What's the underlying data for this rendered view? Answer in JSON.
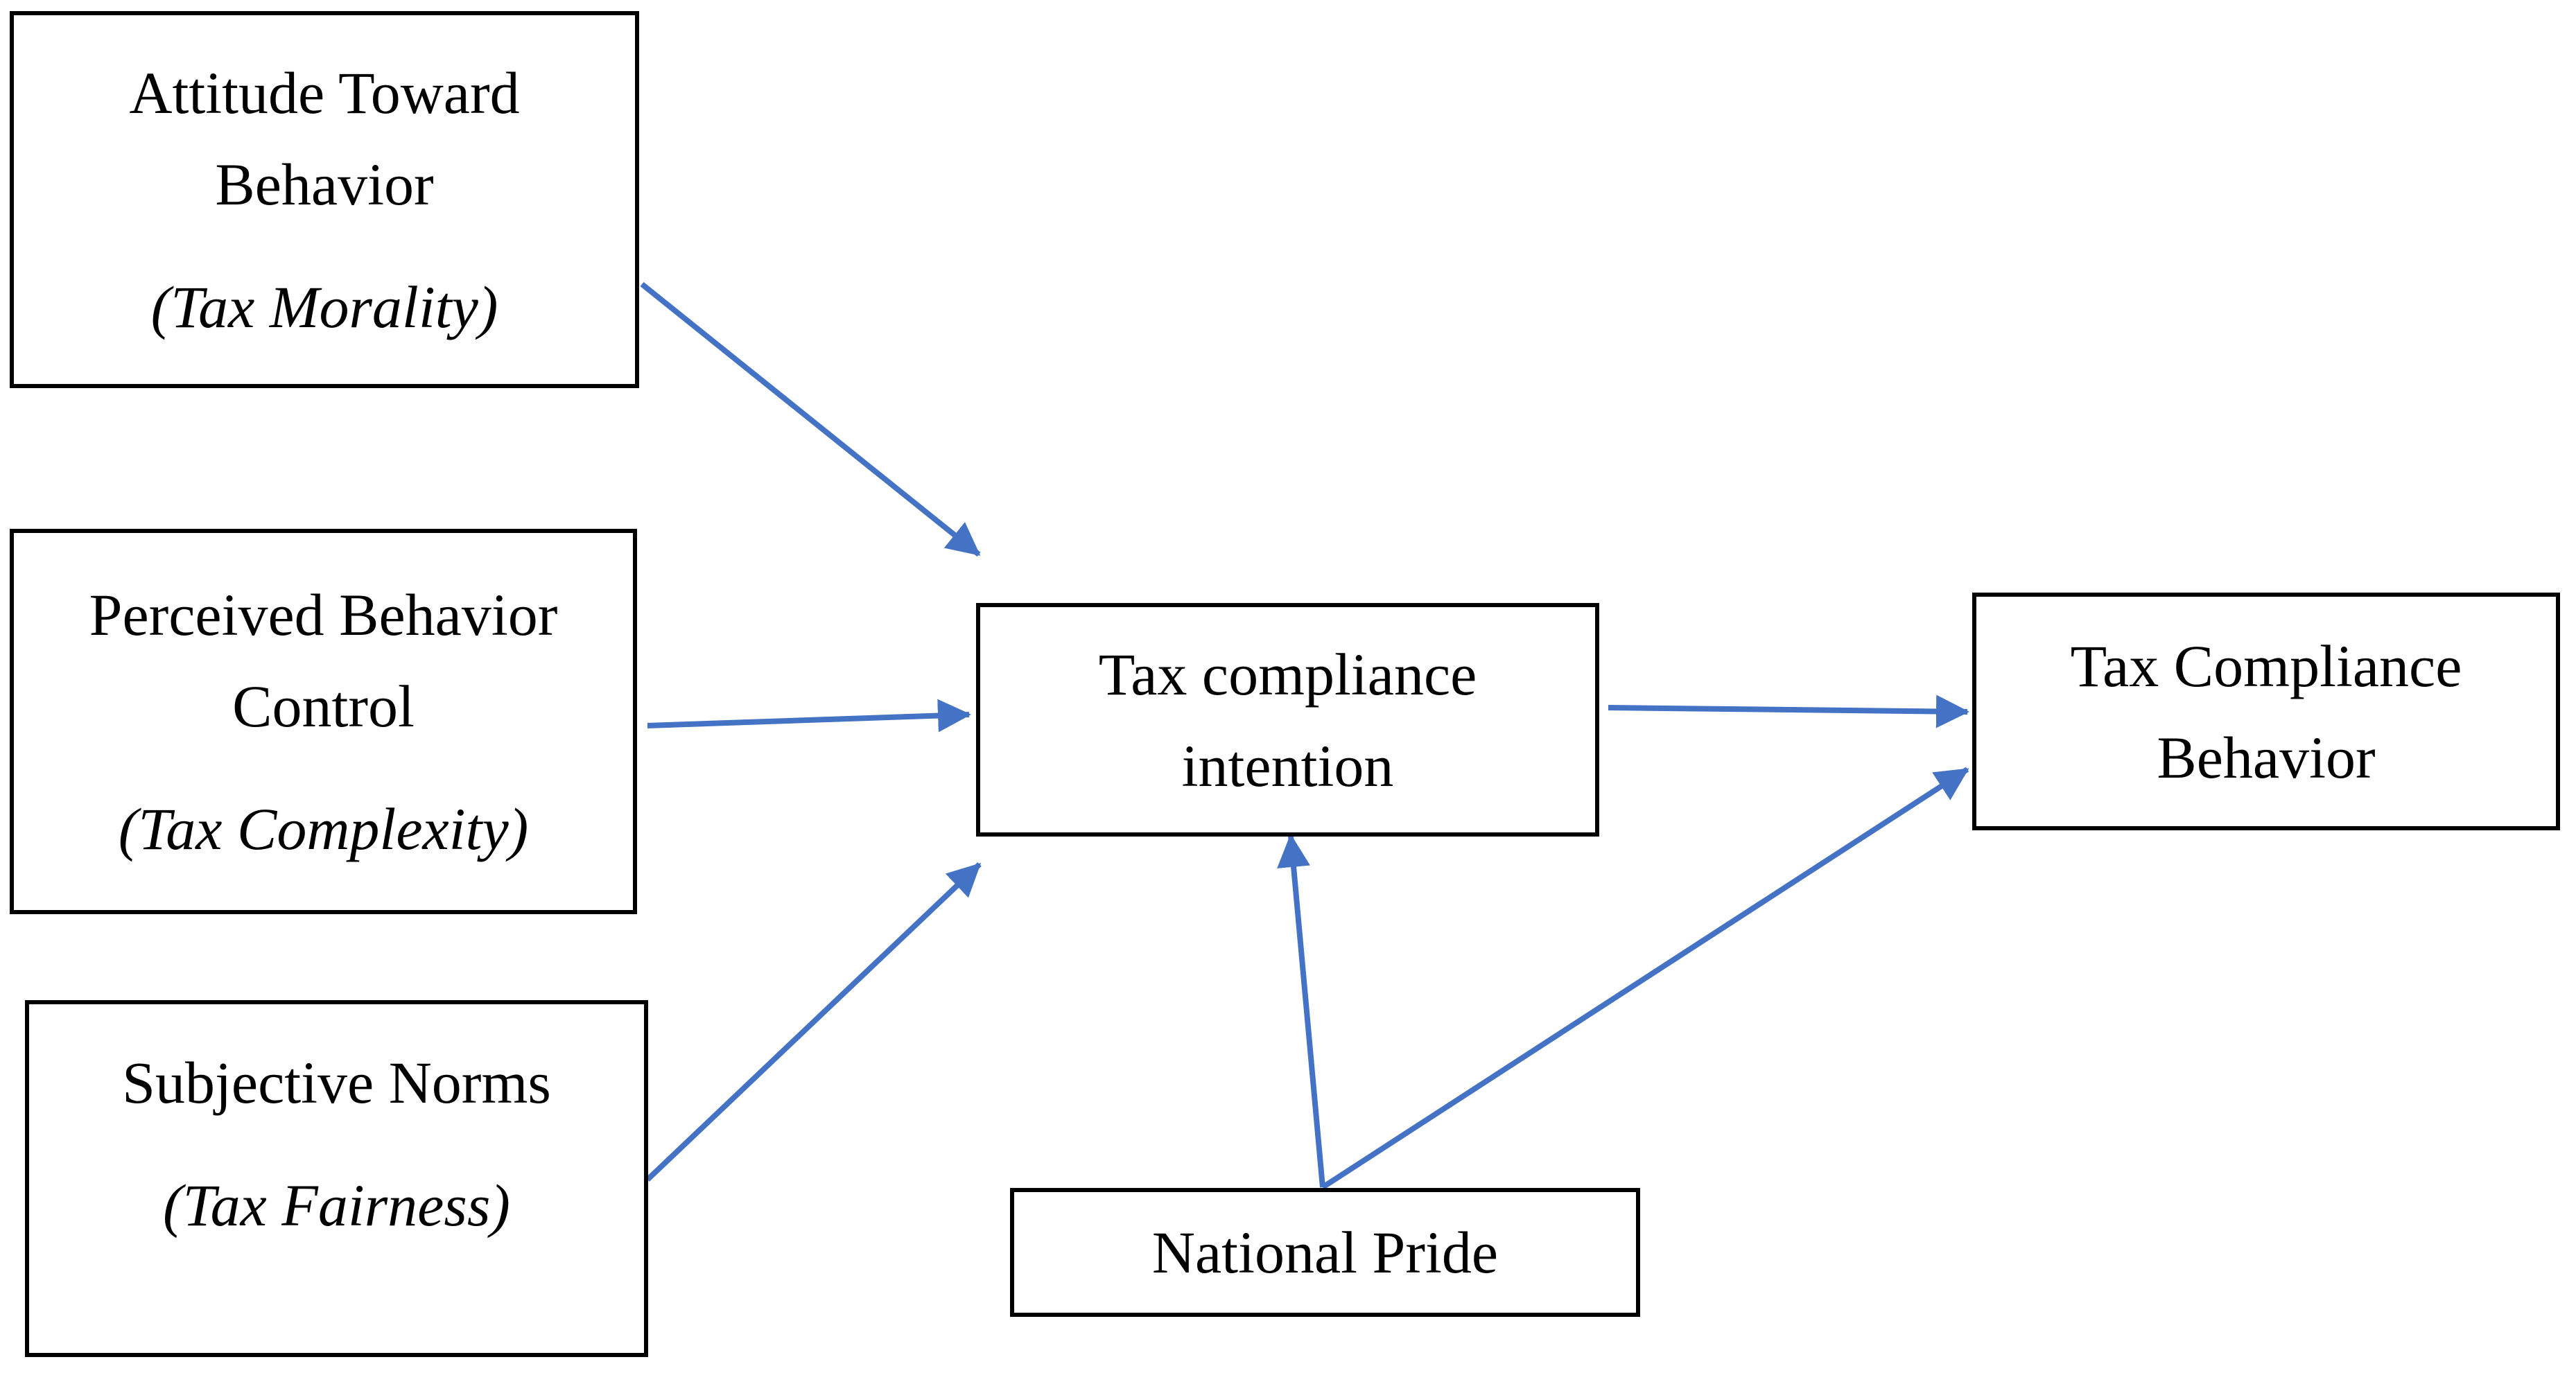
{
  "figure": {
    "background_color": "#FFFFFF",
    "arrow_color": "#4472C4",
    "box_border_color": "#000000",
    "text_color": "#000000",
    "nodes": {
      "attitude": {
        "line1": "Attitude Toward",
        "line2": "Behavior",
        "subtitle": "(Tax Morality)"
      },
      "control": {
        "line1": "Perceived Behavior",
        "line2": "Control",
        "subtitle": "(Tax Complexity)"
      },
      "norms": {
        "line1": "Subjective Norms",
        "subtitle": "(Tax Fairness)"
      },
      "intention": {
        "line1": "Tax compliance",
        "line2": "intention"
      },
      "behavior": {
        "line1": "Tax Compliance",
        "line2": "Behavior"
      },
      "pride": {
        "line1": "National Pride"
      }
    },
    "edges": [
      {
        "from": "attitude-toward-behavior",
        "to": "tax-compliance-intention"
      },
      {
        "from": "perceived-behavior-control",
        "to": "tax-compliance-intention"
      },
      {
        "from": "subjective-norms",
        "to": "tax-compliance-intention"
      },
      {
        "from": "tax-compliance-intention",
        "to": "tax-compliance-behavior"
      },
      {
        "from": "national-pride",
        "to": "tax-compliance-intention"
      },
      {
        "from": "national-pride",
        "to": "tax-compliance-behavior"
      }
    ]
  }
}
